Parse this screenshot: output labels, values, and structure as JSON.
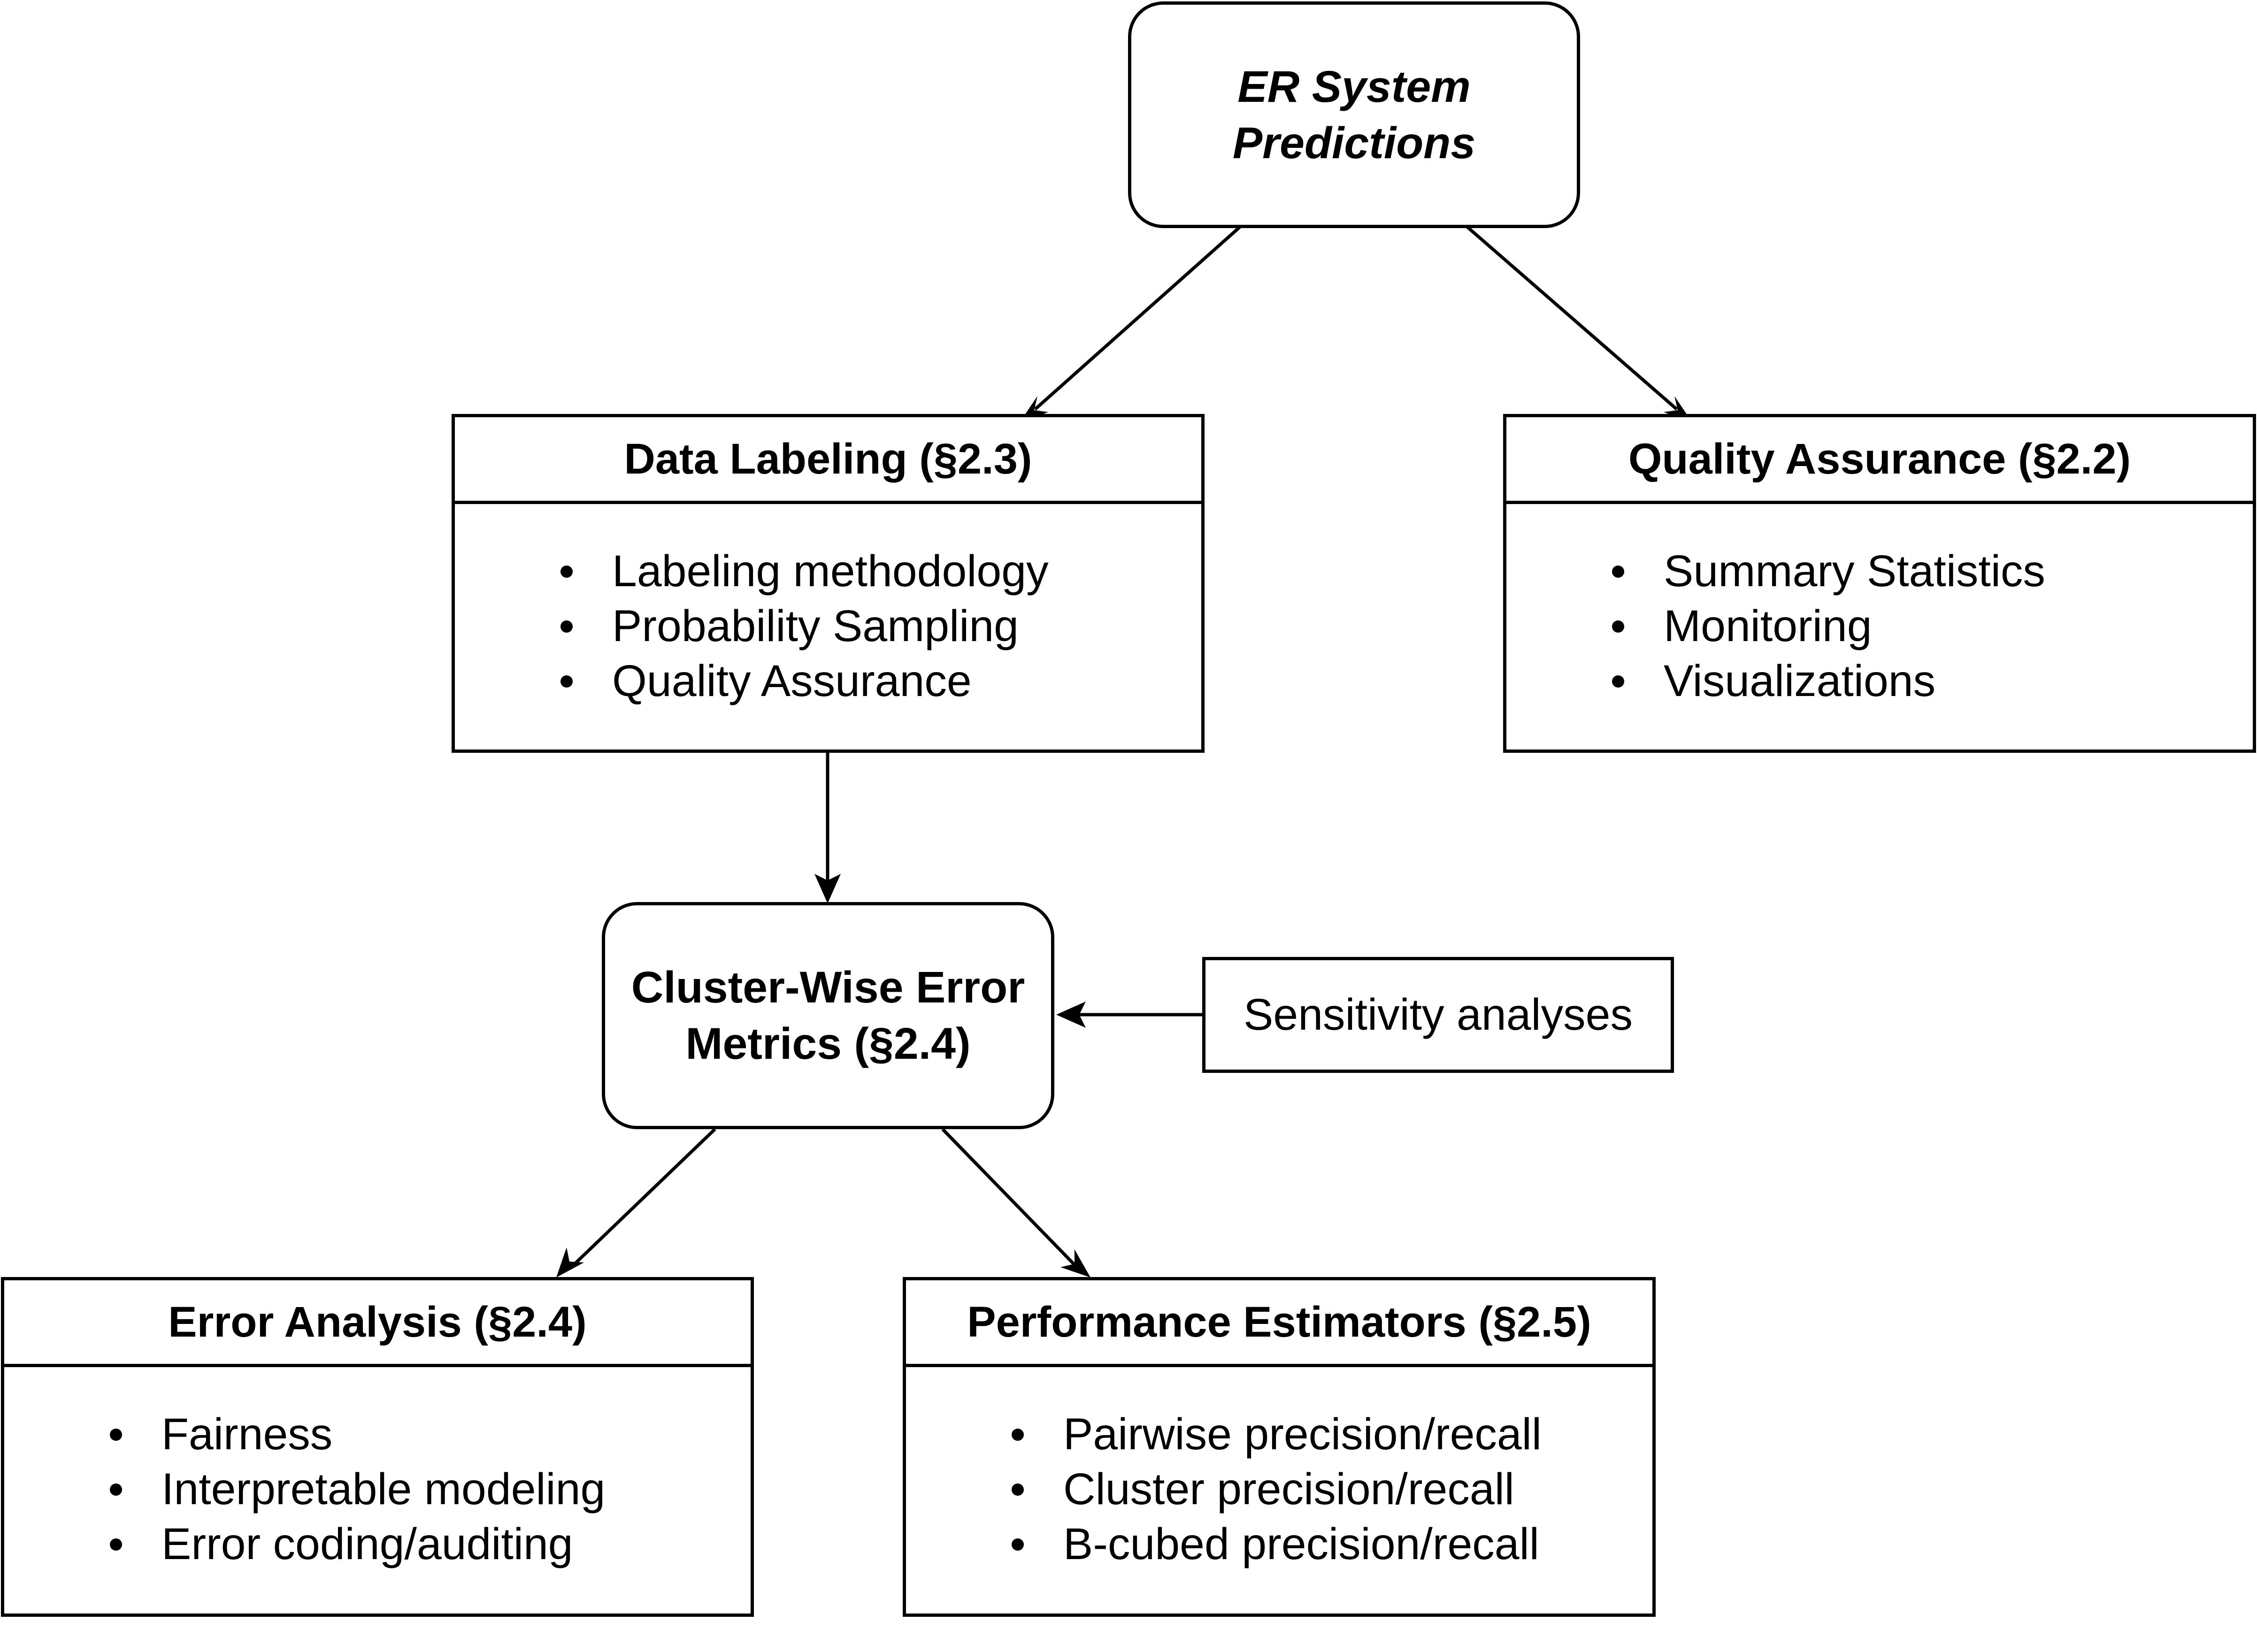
{
  "diagram": {
    "er_system_predictions": {
      "line1": "ER System",
      "line2": "Predictions"
    },
    "data_labeling": {
      "title": "Data Labeling (§2.3)",
      "items": [
        "Labeling methodology",
        "Probability Sampling",
        "Quality Assurance"
      ]
    },
    "quality_assurance": {
      "title": "Quality Assurance (§2.2)",
      "items": [
        "Summary Statistics",
        "Monitoring",
        "Visualizations"
      ]
    },
    "cluster_wise_error_metrics": {
      "line1": "Cluster-Wise Error",
      "line2": "Metrics (§2.4)"
    },
    "sensitivity_analyses": {
      "label": "Sensitivity analyses"
    },
    "error_analysis": {
      "title": "Error Analysis (§2.4)",
      "items": [
        "Fairness",
        "Interpretable modeling",
        "Error coding/auditing"
      ]
    },
    "performance_estimators": {
      "title": "Performance Estimators (§2.5)",
      "items": [
        "Pairwise precision/recall",
        "Cluster precision/recall",
        "B-cubed precision/recall"
      ]
    }
  }
}
